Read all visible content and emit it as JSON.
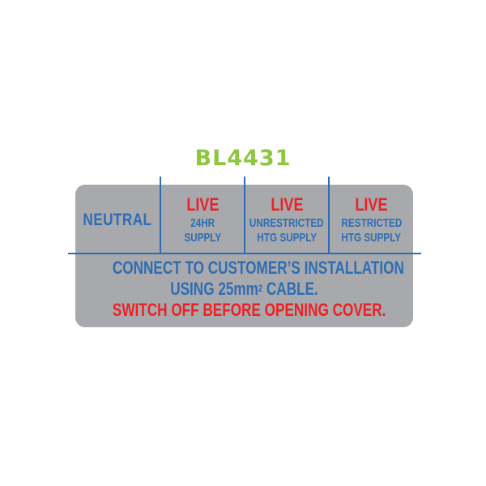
{
  "product_code": "BL4431",
  "label": {
    "columns": [
      {
        "heading": "NEUTRAL",
        "line1": "",
        "line2": ""
      },
      {
        "heading": "LIVE",
        "line1": "24HR",
        "line2": "SUPPLY"
      },
      {
        "heading": "LIVE",
        "line1": "UNRESTRICTED",
        "line2": "HTG SUPPLY"
      },
      {
        "heading": "LIVE",
        "line1": "RESTRICTED",
        "line2": "HTG SUPPLY"
      }
    ],
    "instruction_line1": "CONNECT TO CUSTOMER’S INSTALLATION",
    "instruction_line2_pre": "USING 25mm",
    "instruction_line2_sup": "2",
    "instruction_line2_post": " CABLE.",
    "warning": "SWITCH OFF BEFORE OPENING COVER."
  },
  "colors": {
    "code_green": "#8dc63f",
    "label_grey": "#a7a9ac",
    "text_blue": "#2e6db4",
    "warning_red": "#ed2024"
  }
}
